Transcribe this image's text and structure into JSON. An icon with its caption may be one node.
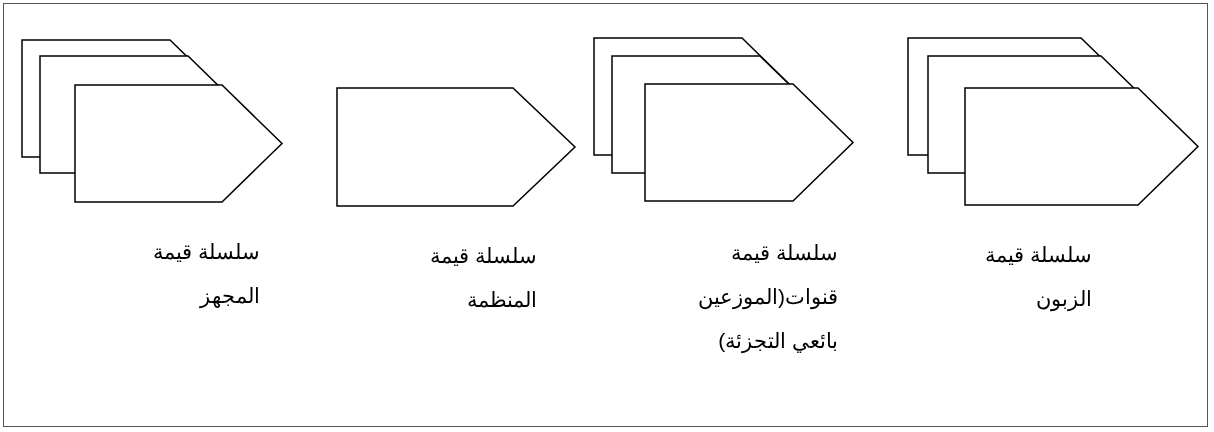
{
  "diagram": {
    "nodes": [
      {
        "text": [],
        "shape": "pentagon"
      },
      {
        "text": [],
        "shape": "pentagon"
      },
      {
        "text": [],
        "shape": "pentagon",
        "beside": [
          "سلسلة قيمة المجهز"
        ]
      },
      {
        "text": [],
        "shape": "pentagon",
        "beside": [
          "سلسلة قيمة المنظمة"
        ]
      },
      {
        "text": [],
        "shape": "pentagon"
      },
      {
        "text": [],
        "shape": "pentagon"
      },
      {
        "text": [],
        "shape": "pentagon",
        "beside": [
          "سلسلة قيمة قنوات(الموزعين بائعي التجزئة)"
        ]
      },
      {
        "text": [],
        "shape": "pentagon"
      },
      {
        "text": [],
        "shape": "pentagon"
      },
      {
        "text": [],
        "shape": "pentagon",
        "beside": [
          "سلسلة قيمة الزبون"
        ]
      }
    ],
    "edges": []
  }
}
